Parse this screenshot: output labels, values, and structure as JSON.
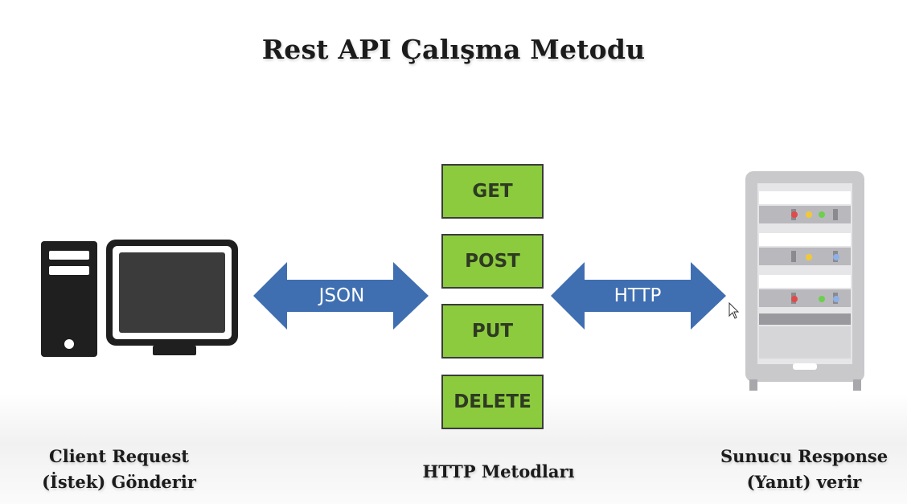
{
  "title": "Rest API Çalışma Metodu",
  "methods": [
    "GET",
    "POST",
    "PUT",
    "DELETE"
  ],
  "arrows": {
    "left_label": "JSON",
    "right_label": "HTTP"
  },
  "captions": {
    "client": [
      "Client Request",
      "(İstek) Gönderir"
    ],
    "methods": "HTTP Metodları",
    "server": [
      "Sunucu Response",
      "(Yanıt) verir"
    ]
  },
  "colors": {
    "method_fill": "#8ccb3e",
    "arrow_fill": "#3f6fb1",
    "computer": "#1f1f1f",
    "server": "#c9c9cc"
  },
  "icons": {
    "client": "desktop-computer-icon",
    "server": "server-rack-icon",
    "cursor": "mouse-pointer-icon"
  }
}
